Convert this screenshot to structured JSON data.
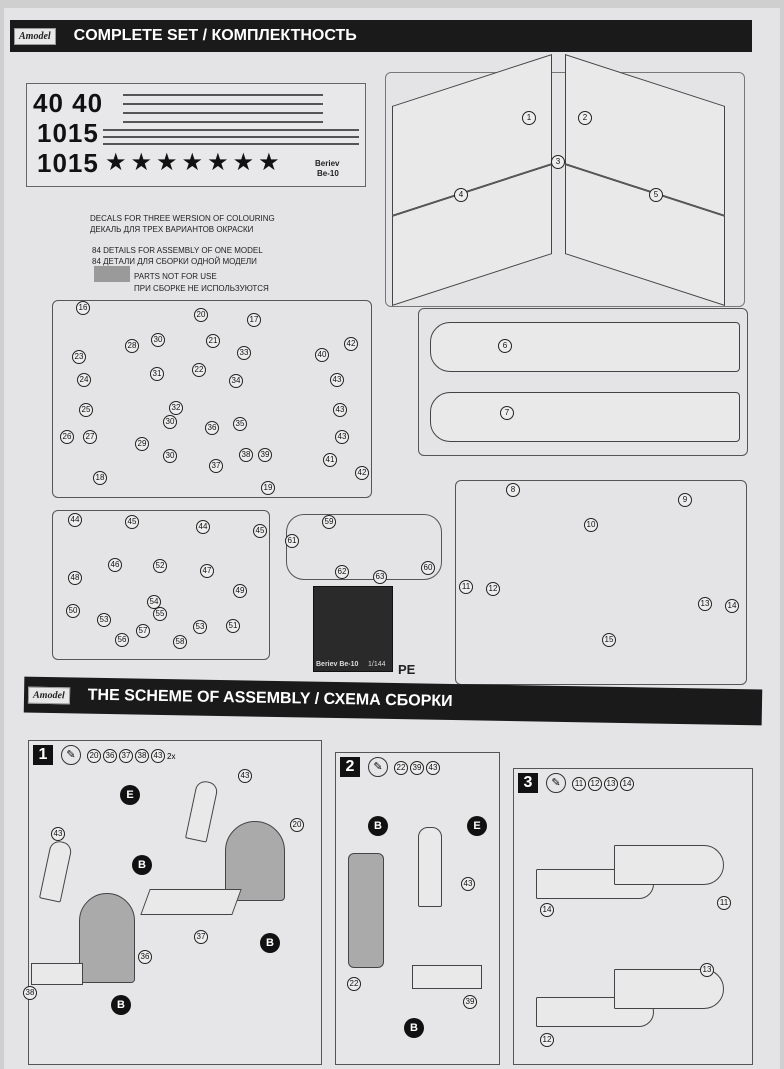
{
  "header": {
    "logo": "Amodel",
    "title": "COMPLETE SET / КОМПЛЕКТНОСТЬ"
  },
  "decals": {
    "numbers": [
      "40 40",
      "1015",
      "1015"
    ],
    "stars": "★★★★★★★",
    "model": "Beriev",
    "model_code": "Be-10"
  },
  "notes": [
    "DECALS FOR THREE WERSION OF COLOURING",
    "ДЕКАЛЬ ДЛЯ ТРЕХ ВАРИАНТОВ ОКРАСКИ",
    "84 DETAILS FOR ASSEMBLY OF ONE MODEL",
    "84 ДЕТАЛИ ДЛЯ СБОРКИ ОДНОЙ МОДЕЛИ",
    "PARTS NOT FOR USE",
    "ПРИ СБОРКЕ НЕ ИСПОЛЬЗУЮТСЯ"
  ],
  "pe": {
    "label": "PE",
    "fret_name": "Beriev Be-10",
    "scale": "1/144"
  },
  "parts": [
    "1",
    "2",
    "3",
    "4",
    "5",
    "6",
    "7",
    "16",
    "20",
    "17",
    "28",
    "30",
    "21",
    "23",
    "33",
    "40",
    "42",
    "24",
    "31",
    "22",
    "34",
    "43",
    "25",
    "32",
    "30",
    "35",
    "43",
    "26",
    "27",
    "29",
    "36",
    "38",
    "39",
    "43",
    "30",
    "41",
    "42",
    "37",
    "18",
    "19",
    "44",
    "45",
    "44",
    "45",
    "46",
    "52",
    "47",
    "48",
    "49",
    "54",
    "50",
    "53",
    "55",
    "57",
    "56",
    "58",
    "53",
    "51",
    "59",
    "61",
    "62",
    "63",
    "60",
    "8",
    "9",
    "10",
    "11",
    "12",
    "13",
    "14",
    "15"
  ],
  "assembly": {
    "logo": "Amodel",
    "title": "THE SCHEME OF ASSEMBLY / СХЕМА СБОРКИ",
    "steps": [
      {
        "num": "1",
        "glue": "✎",
        "parts": [
          "20",
          "36",
          "37",
          "38",
          "43"
        ],
        "qty": "2x",
        "callouts": [
          "43",
          "E",
          "43",
          "B",
          "20",
          "37",
          "36",
          "B",
          "38",
          "B"
        ]
      },
      {
        "num": "2",
        "glue": "✎",
        "parts": [
          "22",
          "39",
          "43"
        ],
        "callouts": [
          "B",
          "E",
          "43",
          "22",
          "39",
          "B"
        ]
      },
      {
        "num": "3",
        "glue": "✎",
        "parts": [
          "11",
          "12",
          "13",
          "14"
        ],
        "callouts": [
          "14",
          "11",
          "13",
          "12"
        ]
      }
    ]
  }
}
